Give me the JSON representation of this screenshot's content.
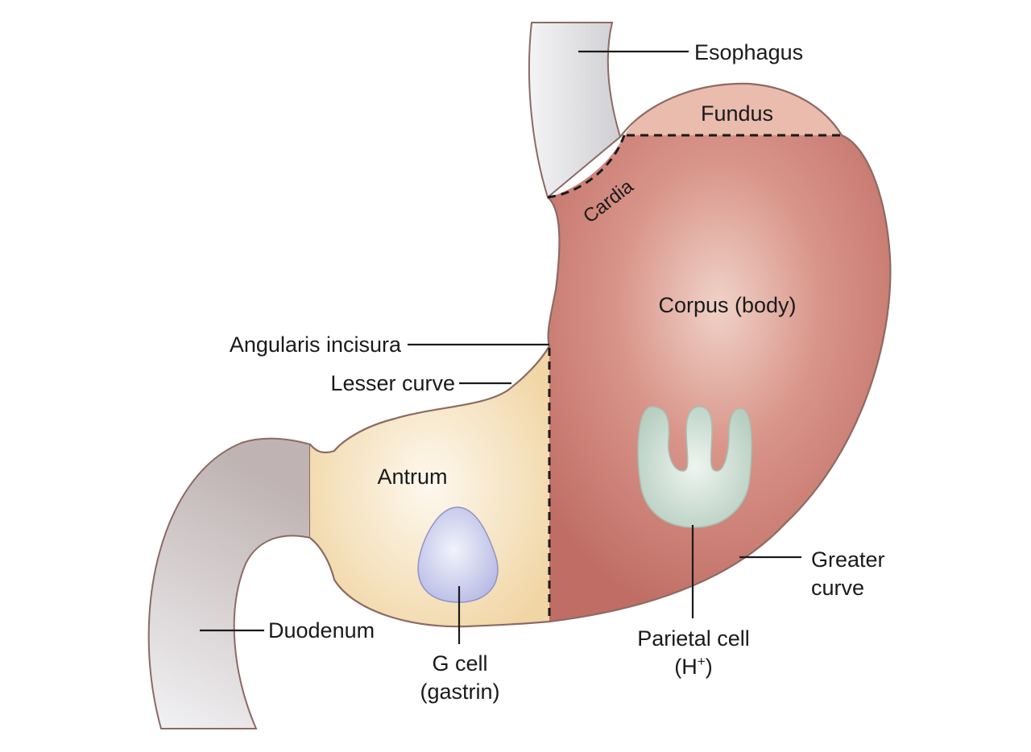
{
  "labels": {
    "esophagus": "Esophagus",
    "fundus": "Fundus",
    "cardia": "Cardia",
    "corpus": "Corpus (body)",
    "angularis": "Angularis incisura",
    "lesser_curve": "Lesser curve",
    "antrum": "Antrum",
    "greater_curve_line1": "Greater",
    "greater_curve_line2": "curve",
    "duodenum": "Duodenum",
    "g_cell_line1": "G cell",
    "g_cell_line2": "(gastrin)",
    "parietal_line1": "Parietal cell",
    "parietal_line2_base": "(H",
    "parietal_line2_sup": "+",
    "parietal_line2_end": ")"
  },
  "colors": {
    "stomach_body": "#c97a70",
    "stomach_body_highlight": "#f0d2c8",
    "fundus": "#e9bcae",
    "antrum": "#f4dfb4",
    "antrum_highlight": "#fbf3e4",
    "esophagus_duodenum": "#dcdcde",
    "g_cell": "#ccd0ee",
    "parietal_cell": "#cfe0d6",
    "outline": "#8c6a64"
  }
}
